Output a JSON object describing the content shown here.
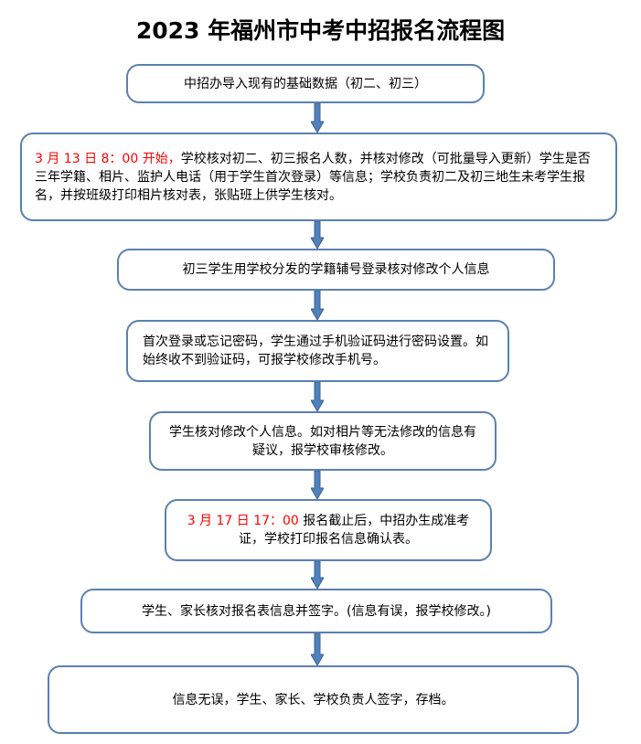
{
  "title": "2023 年福州市中考中招报名流程图",
  "steps": [
    {
      "text": "中招办导入现有的基础数据（初二、初三）"
    },
    {
      "highlight": "3 月 13 日 8：00 开始，",
      "text": "学校核对初二、初三报名人数，并核对修改（可批量导入更新）学生是否三年学籍、相片、监护人电话（用于学生首次登录）等信息；学校负责初二及初三地生未考学生报名，并按班级打印相片核对表，张贴班上供学生核对。"
    },
    {
      "text": "初三学生用学校分发的学籍辅号登录核对修改个人信息"
    },
    {
      "text": "首次登录或忘记密码，学生通过手机验证码进行密码设置。如始终收不到验证码，可报学校修改手机号。"
    },
    {
      "text": "学生核对修改个人信息。如对相片等无法修改的信息有疑议，报学校审核修改。"
    },
    {
      "highlight": "3 月 17 日 17：00 ",
      "text": "报名截止后，中招办生成准考证，学校打印报名信息确认表。"
    },
    {
      "text": "学生、家长核对报名表信息并签字。(信息有误，报学校修改。)"
    },
    {
      "text": "信息无误，学生、家长、学校负责人签字，存档。"
    }
  ],
  "colors": {
    "border": "#5b80b0",
    "arrow": "#4f81bd",
    "highlight": "#ff0000"
  }
}
